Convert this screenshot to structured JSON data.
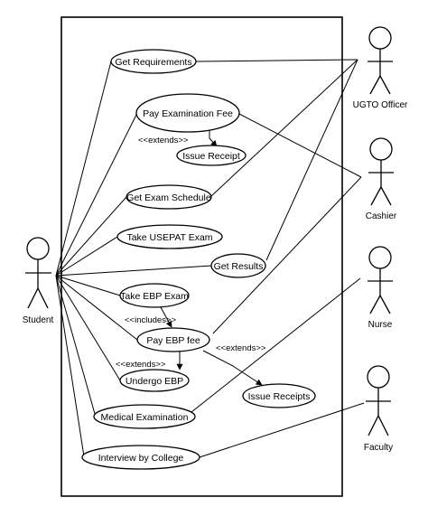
{
  "use_cases": {
    "get_requirements": "Get Requirements",
    "pay_exam_fee": "Pay Examination Fee",
    "issue_receipt": "Issue Receipt",
    "get_exam_schedule": "Get Exam Schedule",
    "take_usepat": "Take USEPAT Exam",
    "get_results": "Get Results",
    "take_ebp": "Take EBP Exam",
    "pay_ebp": "Pay EBP fee",
    "undergo_ebp": "Undergo EBP",
    "issue_receipts": "Issue Receipts",
    "medical_exam": "Medical Examination",
    "interview": "Interview by College"
  },
  "actors": {
    "student": "Student",
    "ugto": "UGTO Officer",
    "cashier": "Cashier",
    "nurse": "Nurse",
    "faculty": "Faculty"
  },
  "stereotypes": {
    "extends_receipt": "<<extends>>",
    "includes_fee": "<<includes>>",
    "extends_undergo": "<<extends>>",
    "extends_receipts": "<<extends>>"
  }
}
